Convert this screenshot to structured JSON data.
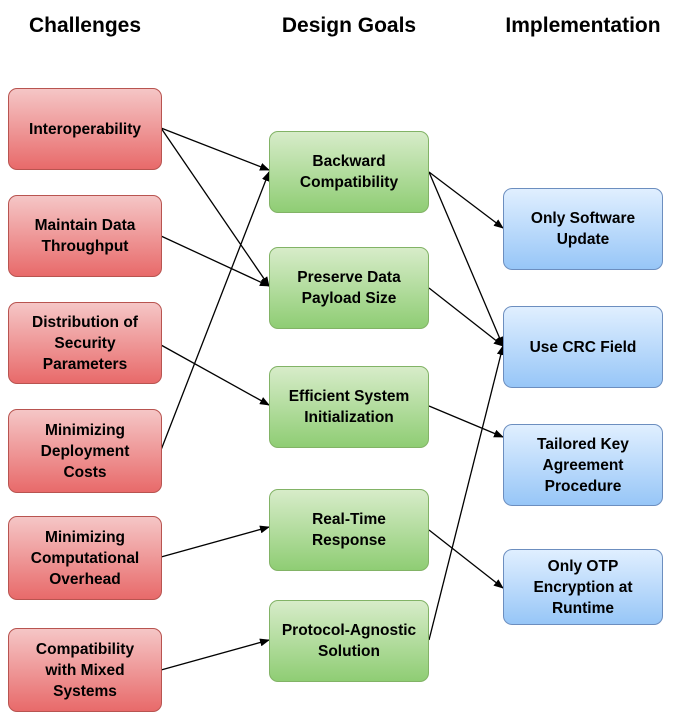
{
  "columns": {
    "challenges": "Challenges",
    "design_goals": "Design Goals",
    "implementation": "Implementation"
  },
  "challenges": [
    "Interoperability",
    "Maintain Data\nThroughput",
    "Distribution of\nSecurity\nParameters",
    "Minimizing\nDeployment\nCosts",
    "Minimizing\nComputational\nOverhead",
    "Compatibility\nwith Mixed\nSystems"
  ],
  "design_goals": [
    "Backward\nCompatibility",
    "Preserve Data\nPayload Size",
    "Efficient System\nInitialization",
    "Real-Time\nResponse",
    "Protocol-Agnostic\nSolution"
  ],
  "implementation": [
    "Only Software\nUpdate",
    "Use CRC Field",
    "Tailored Key\nAgreement\nProcedure",
    "Only OTP\nEncryption at\nRuntime"
  ],
  "colors": {
    "challenge_fill": "#e86a6a",
    "design_goal_fill": "#8fcd74",
    "implementation_fill": "#97c6f7",
    "arrow": "#000000"
  }
}
